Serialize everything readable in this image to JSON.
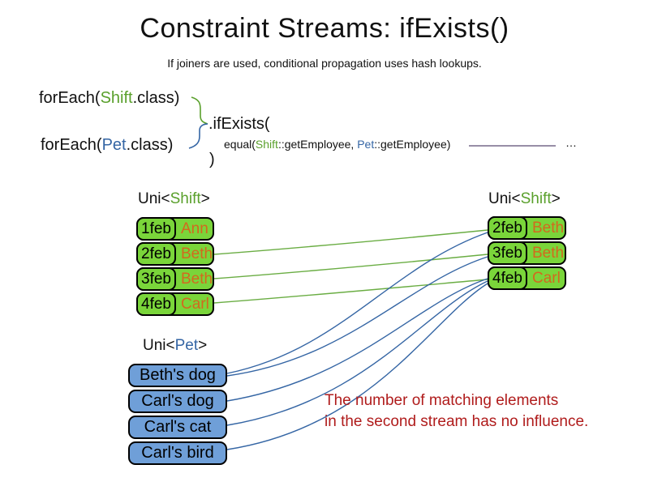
{
  "title": "Constraint Streams: ifExists()",
  "subtitle": "If joiners are used, conditional propagation uses hash lookups.",
  "code": {
    "foreach_shift": {
      "prefix": "forEach(",
      "class_name": "Shift",
      "suffix": ".class)"
    },
    "foreach_pet": {
      "prefix": "forEach(",
      "class_name": "Pet",
      "suffix": ".class)"
    },
    "if_exists": ".ifExists(",
    "equal": {
      "prefix": "equal(",
      "shift_ref": "Shift",
      "mid": "::getEmployee, ",
      "pet_ref": "Pet",
      "suffix": "::getEmployee)"
    },
    "close_paren": ")",
    "ellipsis": "…"
  },
  "left_table": {
    "label_prefix": "Uni<",
    "label_type": "Shift",
    "label_suffix": ">",
    "rows": [
      {
        "date": "1feb",
        "name": "Ann"
      },
      {
        "date": "2feb",
        "name": "Beth"
      },
      {
        "date": "3feb",
        "name": "Beth"
      },
      {
        "date": "4feb",
        "name": "Carl"
      }
    ]
  },
  "right_table": {
    "label_prefix": "Uni<",
    "label_type": "Shift",
    "label_suffix": ">",
    "rows": [
      {
        "date": "2feb",
        "name": "Beth"
      },
      {
        "date": "3feb",
        "name": "Beth"
      },
      {
        "date": "4feb",
        "name": "Carl"
      }
    ]
  },
  "pet_list": {
    "label_prefix": "Uni<",
    "label_type": "Pet",
    "label_suffix": ">",
    "items": [
      {
        "name": "Beth's dog"
      },
      {
        "name": "Carl's dog"
      },
      {
        "name": "Carl's cat"
      },
      {
        "name": "Carl's bird"
      }
    ]
  },
  "note": {
    "line1": "The number of matching elements",
    "line2": "in the second stream has no influence."
  },
  "colors": {
    "shift_box_green": "#7ad53a",
    "class_green": "#5aa02c",
    "pet_box_blue": "#6f9fd8",
    "class_blue": "#3465a4",
    "name_orange": "#d2691e",
    "note_red": "#b01c1c",
    "connector_green": "#6aad43",
    "connector_blue": "#3465a4",
    "rule_purple": "#5a4a72"
  }
}
